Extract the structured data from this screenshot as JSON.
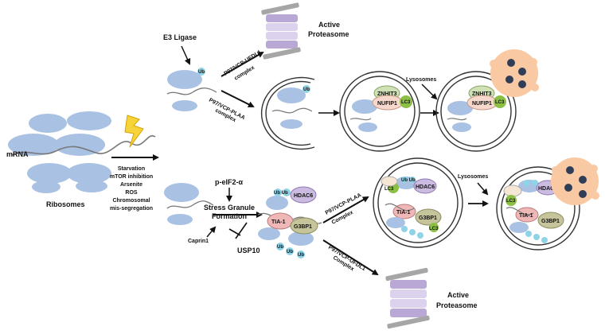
{
  "labels": {
    "mrna": "mRNA",
    "ribosomes": "Ribosomes",
    "stress": [
      "Starvation",
      "mTOR inhibition",
      "Arsenite",
      "ROS",
      "Chromosomal",
      "mis-segregation"
    ],
    "e3_ligase": "E3 Ligase",
    "p97_ufdl1_top": "P97/VCP-UFDL1",
    "complex": "complex",
    "complex_cap": "Complex",
    "p97_plaa_top": "P97/VCP-PLAA",
    "active": "Active",
    "proteasome": "Proteasome",
    "lysosomes": "Lysosomes",
    "znhit3": "ZNHIT3",
    "nufip1": "NUFIP1",
    "lc3": "LC3",
    "ub": "Ub",
    "ubub": "Ub Ub",
    "ubub2": "Ub Ub",
    "peif2": "p-eIF2-α",
    "sg_formation_1": "Stress Granule",
    "sg_formation_2": "Formation",
    "caprin1": "Caprin1",
    "usp10": "USP10",
    "hdac6": "HDAC6",
    "tia1": "TIA-1",
    "g3bp1": "G3BP1",
    "p97_plaa_bottom": "P97/VCP-PLAA",
    "p97_ufdl1_bottom": "P97/VCP-UFDL1"
  },
  "colors": {
    "ribosome": "#a9c1e3",
    "ribosome_edge": "#8aa6cf",
    "proteasome_core": "#b9a7d6",
    "proteasome_mid": "#dcd2ee",
    "proteasome_cap": "#a6a6a6",
    "ub": "#8fd3e6",
    "lc3": "#8cc045",
    "znhit3": "#cfe1b5",
    "nufip1": "#f6d8cc",
    "hdac6": "#cbbbe0",
    "tia1": "#f0b7b7",
    "g3bp1": "#c6c49a",
    "lysosome": "#f9c9a3",
    "lightning": "#f7d33a"
  }
}
